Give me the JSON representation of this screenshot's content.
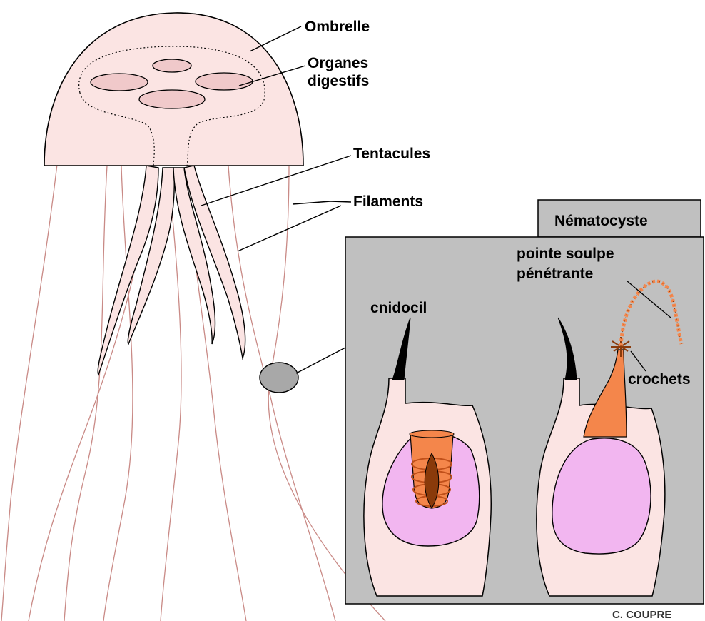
{
  "labels": {
    "ombrelle": "Ombrelle",
    "organes_line1": "Organes",
    "organes_line2": "digestifs",
    "tentacules": "Tentacules",
    "filaments": "Filaments",
    "nematocyste": "Nématocyste",
    "pointe_line1": "pointe soulpe",
    "pointe_line2": "pénétrante",
    "cnidocil": "cnidocil",
    "crochets": "crochets",
    "credit": "C. COUPRE"
  },
  "colors": {
    "body_pink": "#fbe4e3",
    "organ_pink": "#f0c9ca",
    "filament_line": "#c98a86",
    "outline": "#000000",
    "panel_gray": "#c0c0c0",
    "capsule_magenta": "#f2b6f0",
    "thread_orange": "#f4864b",
    "thread_dark": "#8a3a0a",
    "cnidocil_black": "#000000",
    "magnified_spot": "#a8a8a8"
  }
}
